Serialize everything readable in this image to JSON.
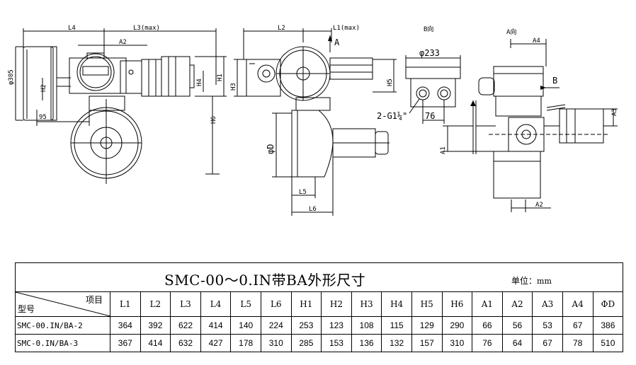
{
  "drawing": {
    "front": {
      "L4": "L4",
      "L3": "L3(max)",
      "A2": "A2",
      "phi305": "φ305",
      "H2": "H2",
      "H4": "H4",
      "H1": "H1",
      "H6": "H6",
      "d95": "95"
    },
    "side": {
      "L2": "L2",
      "L1": "L1(max)",
      "A": "A",
      "H3": "H3",
      "H5": "H5",
      "phiD": "φD",
      "L5": "L5",
      "L6": "L6"
    },
    "bview": {
      "title": "B向",
      "phi233": "φ233",
      "thread": "2-G1¼\"",
      "d76": "76"
    },
    "aview": {
      "title": "A向",
      "A4": "A4",
      "B": "B",
      "A3": "A3",
      "A1": "A1",
      "A2": "A2"
    }
  },
  "table": {
    "title": "SMC-00～0.IN带BA外形尺寸",
    "unit_label": "单位：",
    "unit_value": "mm",
    "corner_top": "项目",
    "corner_bottom": "型号",
    "headers": [
      "L1",
      "L2",
      "L3",
      "L4",
      "L5",
      "L6",
      "H1",
      "H2",
      "H3",
      "H4",
      "H5",
      "H6",
      "A1",
      "A2",
      "A3",
      "A4",
      "ΦD"
    ],
    "rows": [
      {
        "model": "SMC-00.IN/BA-2",
        "values": [
          "364",
          "392",
          "622",
          "414",
          "140",
          "224",
          "253",
          "123",
          "108",
          "115",
          "129",
          "290",
          "66",
          "56",
          "53",
          "67",
          "386"
        ]
      },
      {
        "model": "SMC-0.IN/BA-3",
        "values": [
          "367",
          "414",
          "632",
          "427",
          "178",
          "310",
          "285",
          "153",
          "136",
          "132",
          "157",
          "310",
          "76",
          "64",
          "67",
          "78",
          "510"
        ]
      }
    ]
  }
}
